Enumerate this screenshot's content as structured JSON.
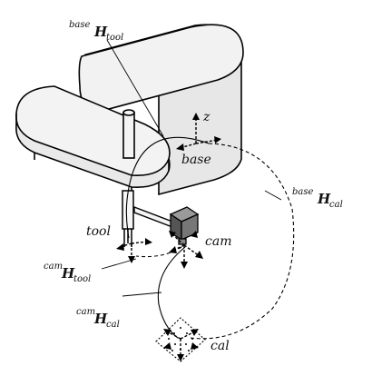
{
  "labels": {
    "tool": "tool",
    "cam": "cam",
    "base": "base",
    "cal": "cal",
    "z_axis": "z"
  },
  "transforms": {
    "base_tool": {
      "superscript": "base",
      "symbol": "H",
      "subscript": "tool"
    },
    "base_cal": {
      "superscript": "base",
      "symbol": "H",
      "subscript": "cal"
    },
    "cam_tool": {
      "superscript": "cam",
      "symbol": "H",
      "subscript": "tool"
    },
    "cam_cal": {
      "superscript": "cam",
      "symbol": "H",
      "subscript": "cal"
    }
  }
}
